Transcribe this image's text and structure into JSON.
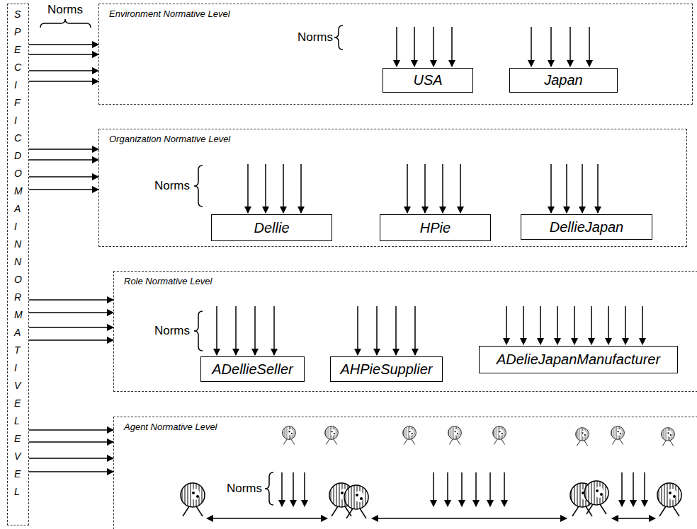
{
  "diagram": {
    "nodes": [
      {
        "text": [
          "SPECIFIC DOMAIN NORMATIVE LEVEL"
        ]
      },
      {
        "text": [
          "Environment Normative Level"
        ]
      },
      {
        "text": [
          "USA"
        ],
        "in": 1
      },
      {
        "text": [
          "Japan"
        ],
        "in": 1
      },
      {
        "text": [
          "Organization Normative Level"
        ]
      },
      {
        "text": [
          "Dellie"
        ],
        "in": 4
      },
      {
        "text": [
          "HPie"
        ],
        "in": 4
      },
      {
        "text": [
          "DellieJapan"
        ],
        "in": 4
      },
      {
        "text": [
          "Role Normative Level"
        ]
      },
      {
        "text": [
          "ADellieSeller"
        ],
        "in": 8
      },
      {
        "text": [
          "AHPieSupplier"
        ],
        "in": 8
      },
      {
        "text": [
          "ADelieJapanManufacturer"
        ],
        "in": 8
      },
      {
        "text": [
          "Agent Normative Level"
        ]
      }
    ],
    "edges": [
      {
        "from": 0,
        "to": 1,
        "arrow": "to"
      },
      {
        "from": 0,
        "to": 1,
        "arrow": "to"
      },
      {
        "from": 0,
        "to": 1,
        "arrow": "to"
      },
      {
        "from": 0,
        "to": 1,
        "arrow": "to"
      },
      {
        "from": 0,
        "to": 4,
        "arrow": "to"
      },
      {
        "from": 0,
        "to": 4,
        "arrow": "to"
      },
      {
        "from": 0,
        "to": 4,
        "arrow": "to"
      },
      {
        "from": 0,
        "to": 4,
        "arrow": "to"
      },
      {
        "from": 0,
        "to": 8,
        "arrow": "to"
      },
      {
        "from": 0,
        "to": 8,
        "arrow": "to"
      },
      {
        "from": 0,
        "to": 8,
        "arrow": "to"
      },
      {
        "from": 0,
        "to": 8,
        "arrow": "to"
      },
      {
        "from": 0,
        "to": 12,
        "arrow": "to"
      },
      {
        "from": 0,
        "to": 12,
        "arrow": "to"
      },
      {
        "from": 0,
        "to": 12,
        "arrow": "to"
      },
      {
        "from": 0,
        "to": 12,
        "arrow": "to"
      }
    ],
    "labels": [
      "Norms",
      "Norms",
      "Norms",
      "Norms",
      "Norms"
    ]
  }
}
